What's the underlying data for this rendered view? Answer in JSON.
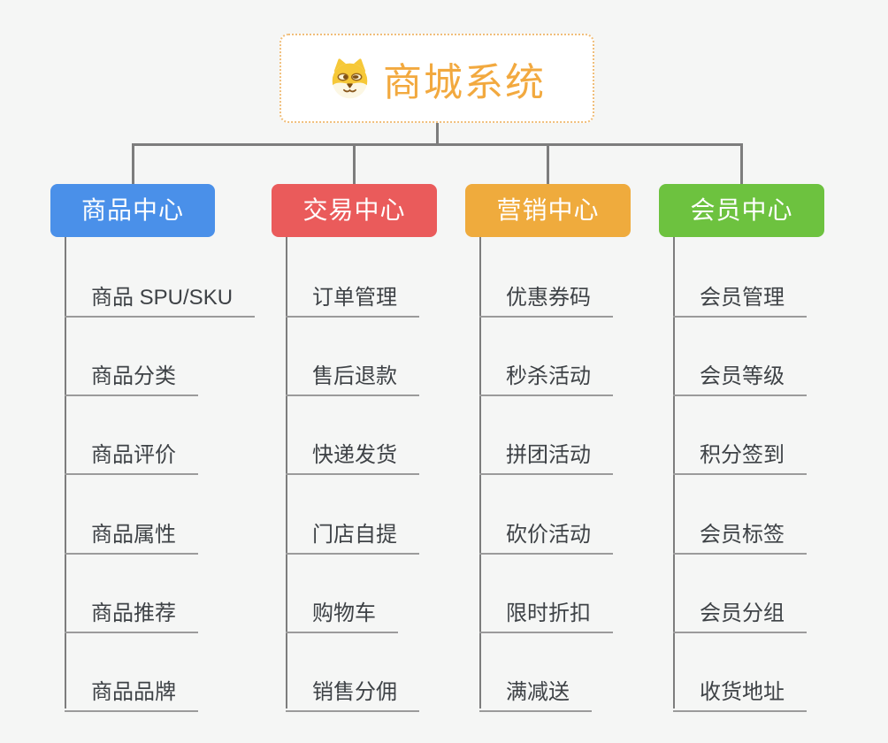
{
  "page": {
    "background": "#F5F6F5"
  },
  "root": {
    "label": "商城系统",
    "icon": "doge-icon",
    "text_color": "#F2A93F",
    "border_color": "#F0BE7A"
  },
  "branches": [
    {
      "key": "product-center",
      "label": "商品中心",
      "color": "#4A90E9",
      "children": [
        "商品 SPU/SKU",
        "商品分类",
        "商品评价",
        "商品属性",
        "商品推荐",
        "商品品牌"
      ]
    },
    {
      "key": "trade-center",
      "label": "交易中心",
      "color": "#EA5B5B",
      "children": [
        "订单管理",
        "售后退款",
        "快递发货",
        "门店自提",
        "购物车",
        "销售分佣"
      ]
    },
    {
      "key": "marketing-center",
      "label": "营销中心",
      "color": "#EFAB3D",
      "children": [
        "优惠券码",
        "秒杀活动",
        "拼团活动",
        "砍价活动",
        "限时折扣",
        "满减送"
      ]
    },
    {
      "key": "member-center",
      "label": "会员中心",
      "color": "#6DC23F",
      "children": [
        "会员管理",
        "会员等级",
        "积分签到",
        "会员标签",
        "会员分组",
        "收货地址"
      ]
    }
  ],
  "colors": {
    "connector": "#7D7D7D",
    "leaf_underline": "#9B9B9B",
    "leaf_text": "#3E4246",
    "branch_text": "#FFFFFF"
  }
}
